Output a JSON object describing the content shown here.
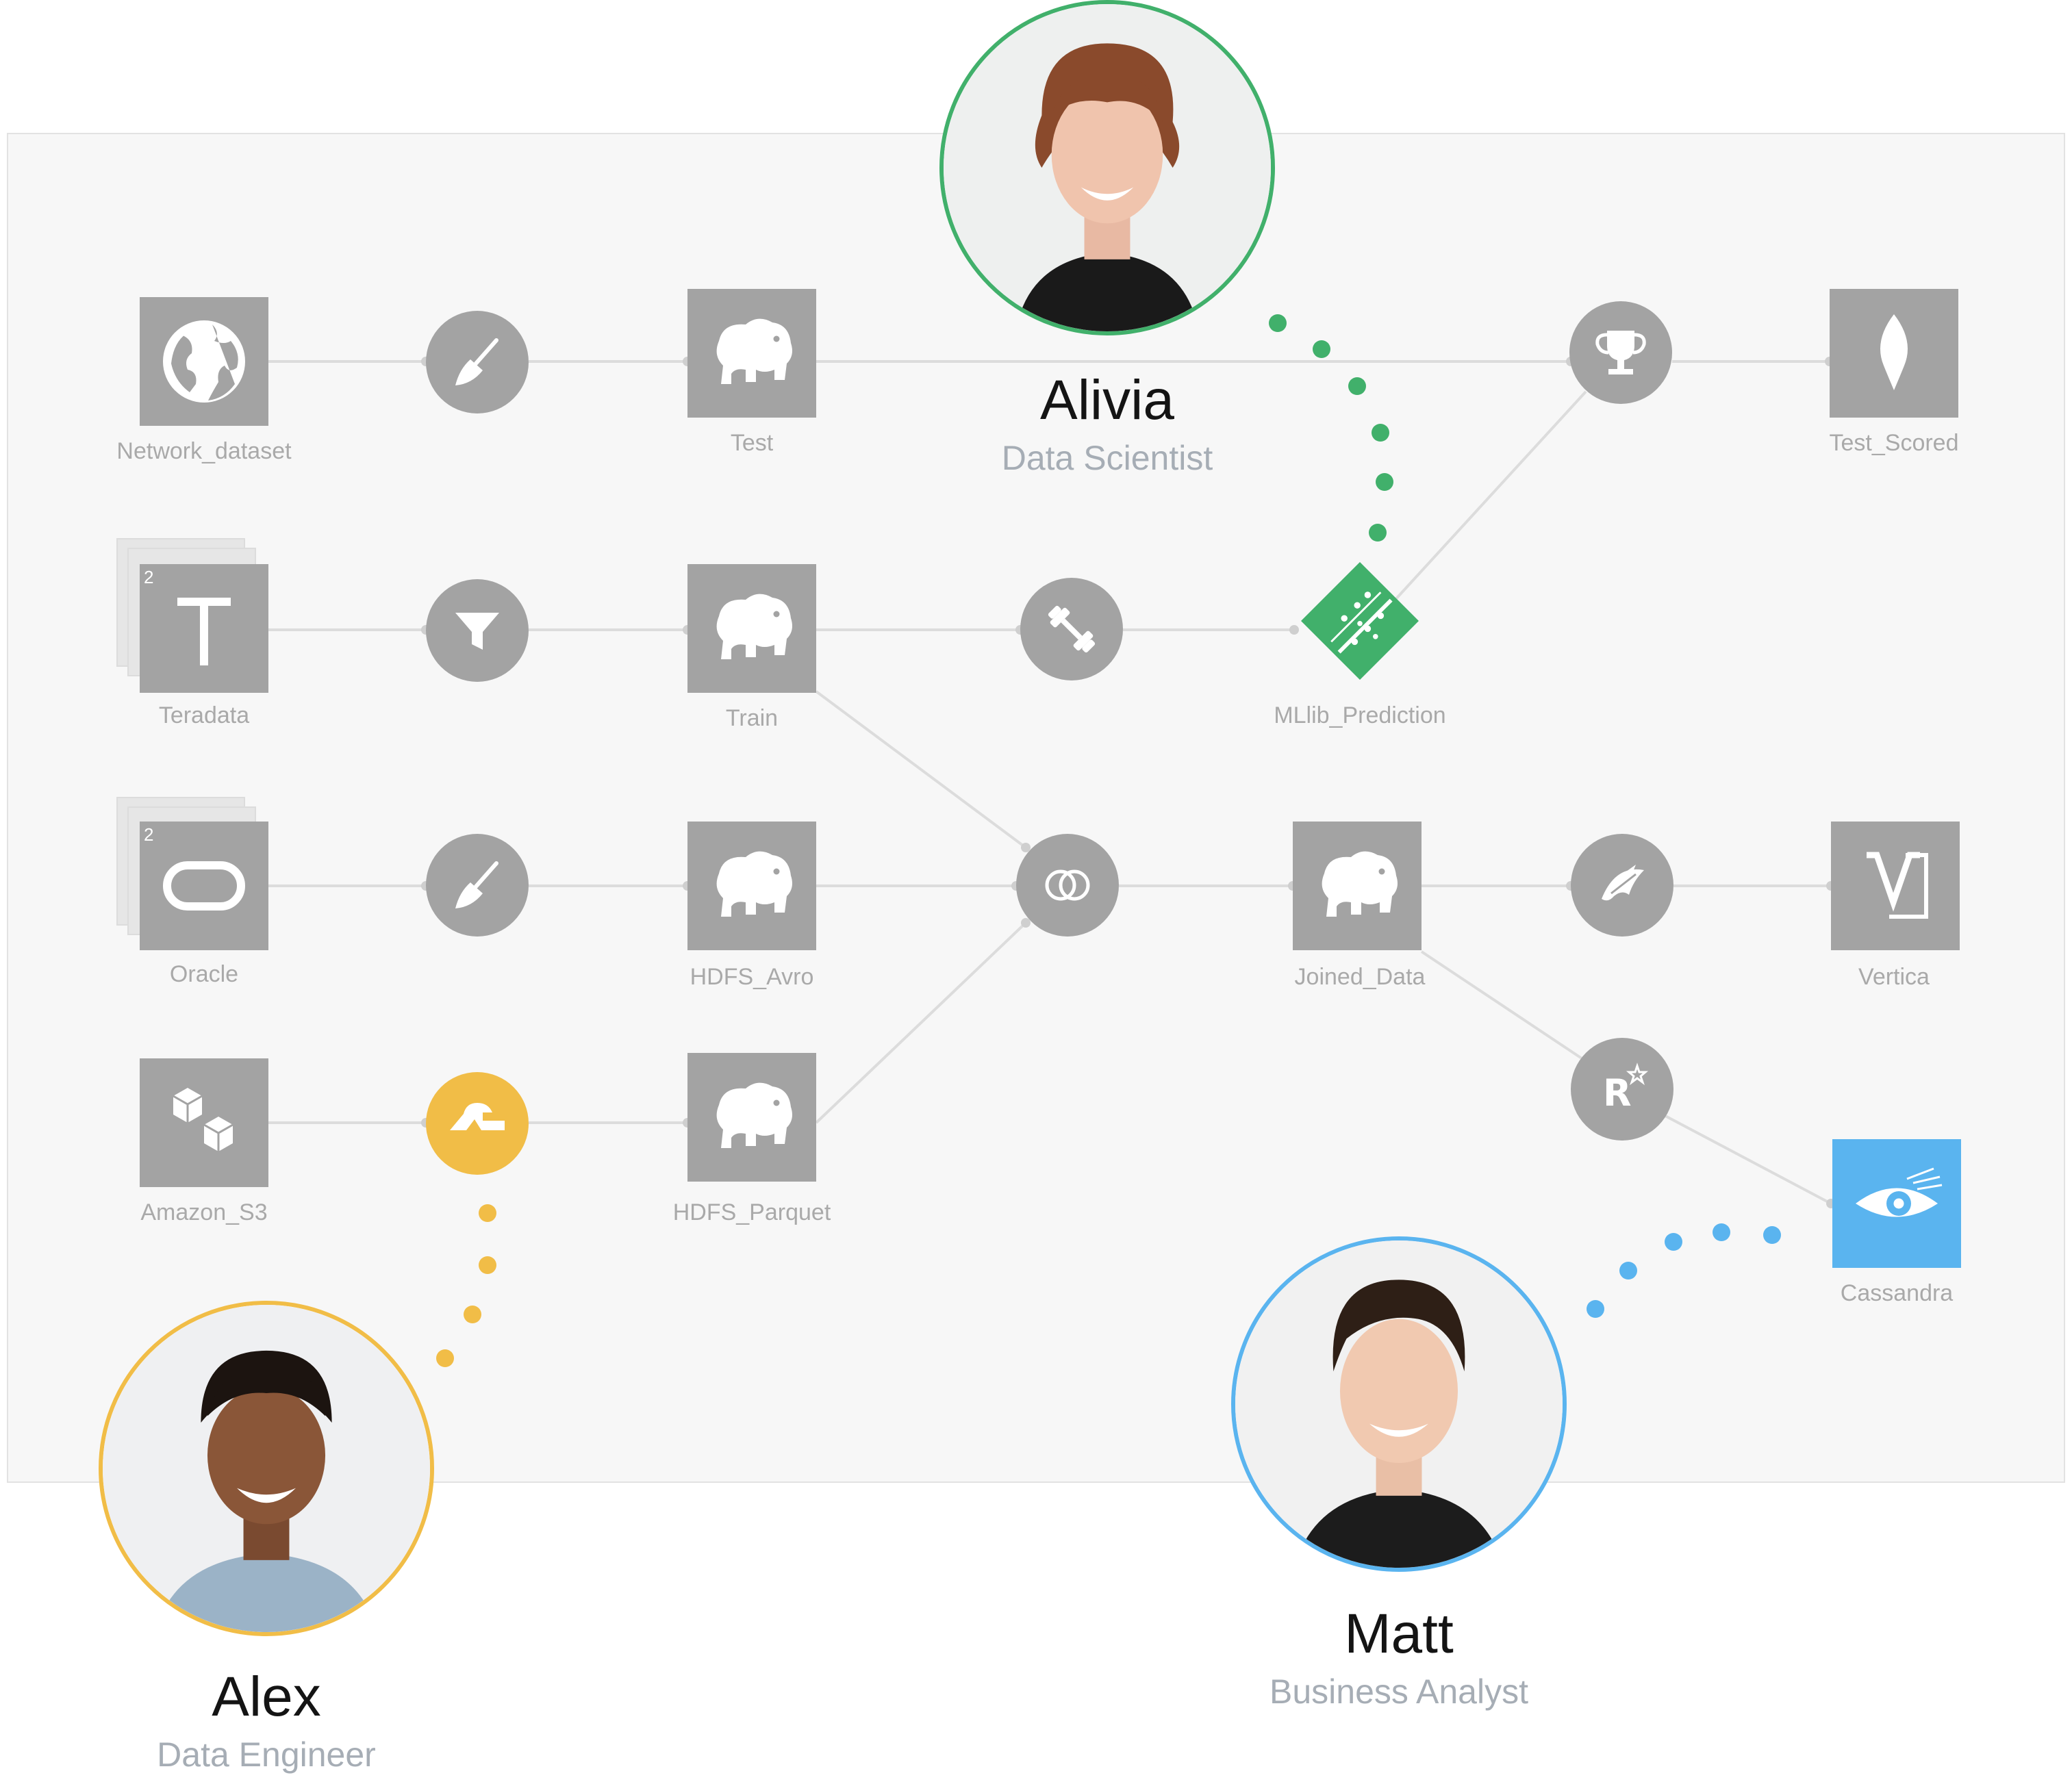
{
  "datasets": {
    "network_dataset": "Network_dataset",
    "test": "Test",
    "test_scored": "Test_Scored",
    "teradata": "Teradata",
    "train": "Train",
    "mllib_prediction": "MLlib_Prediction",
    "oracle": "Oracle",
    "hdfs_avro": "HDFS_Avro",
    "joined_data": "Joined_Data",
    "vertica": "Vertica",
    "amazon_s3": "Amazon_S3",
    "hdfs_parquet": "HDFS_Parquet",
    "cassandra": "Cassandra"
  },
  "badges": {
    "teradata": "2",
    "oracle": "2"
  },
  "people": {
    "alivia": {
      "name": "Alivia",
      "role": "Data Scientist",
      "color": "#41b06b"
    },
    "alex": {
      "name": "Alex",
      "role": "Data Engineer",
      "color": "#f1bd47"
    },
    "matt": {
      "name": "Matt",
      "role": "Business Analyst",
      "color": "#5ab4ef"
    }
  },
  "colors": {
    "node": "#a3a3a3",
    "wire": "#dcdcdc",
    "canvas": "#f7f7f7",
    "label": "#a9a9a9"
  }
}
